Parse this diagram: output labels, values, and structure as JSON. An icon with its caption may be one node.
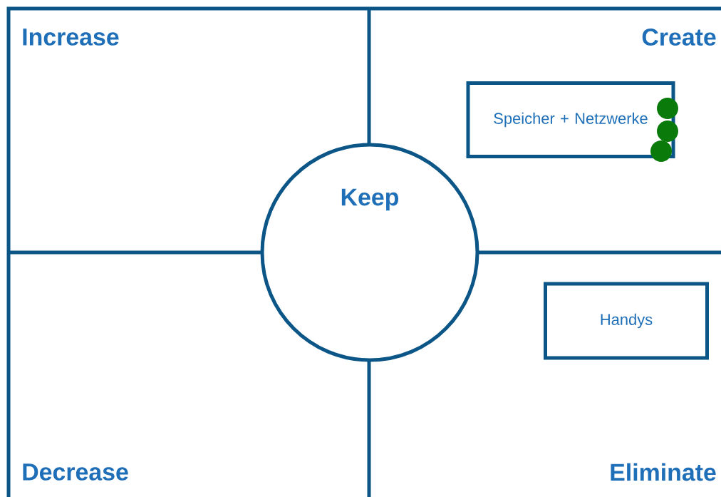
{
  "diagram": {
    "nodes": [
      {
        "text": [
          "Speicher + Netzwerke"
        ]
      },
      {
        "text": [
          "Keep"
        ]
      },
      {
        "text": [
          "Handys"
        ]
      }
    ],
    "labels": [
      "Increase",
      "Create",
      "Decrease",
      "Eliminate"
    ]
  }
}
